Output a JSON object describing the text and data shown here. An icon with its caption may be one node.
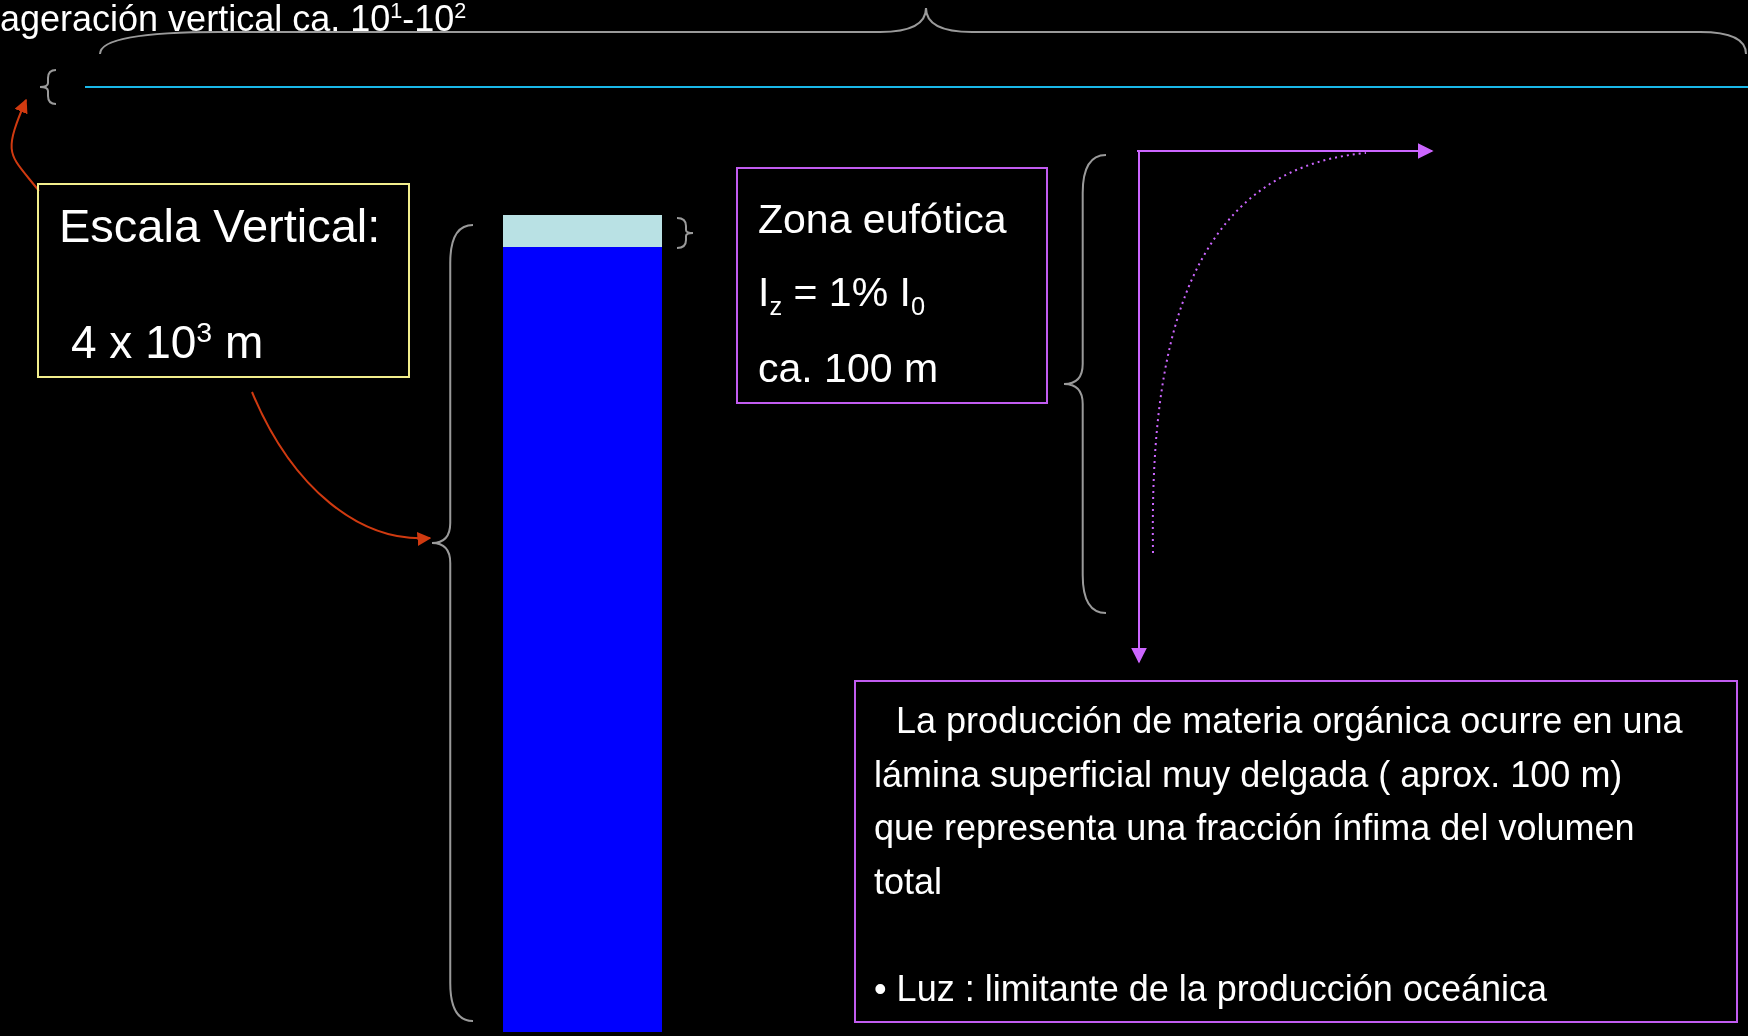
{
  "diagram": {
    "nodes": [
      {
        "text": [],
        "shape": "brace"
      },
      {
        "text": [
          "Escala Vertical:",
          "4 x 10$^{3}$ m"
        ]
      },
      {
        "text": [],
        "shape": "brace"
      },
      {
        "text": [
          "Zona eufótica",
          "I$_{z}$ = 1% I$_{0}$",
          "ca. 100 m"
        ]
      },
      {
        "text": [
          "La producción de materia orgánica ocurre en una lámina superficial muy delgada ( aprox. 100 m) que representa una fracción ínfima del volumen total",
          "• Luz : limitante de la producción oceánica"
        ]
      }
    ],
    "edges": [
      {
        "from": 1,
        "to": 0,
        "arrow": "to"
      },
      {
        "from": 1,
        "to": 2,
        "arrow": "to"
      }
    ],
    "labels": [
      "ageración vertical ca. 10$^{1}$-10$^{2}$"
    ]
  }
}
